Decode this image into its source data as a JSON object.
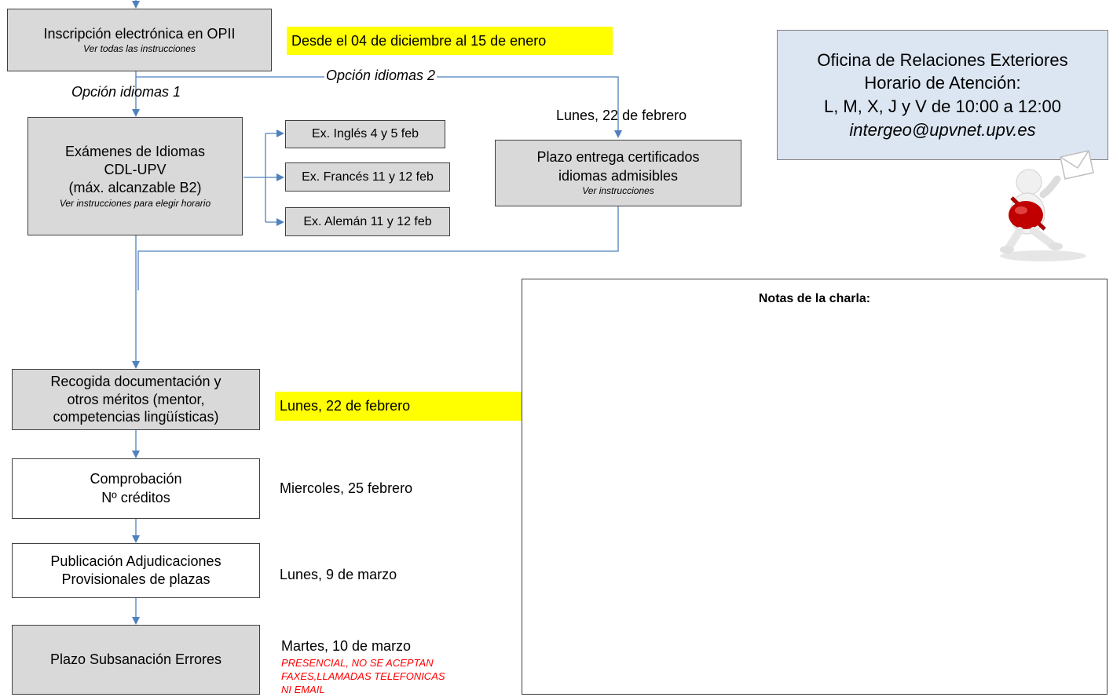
{
  "steps": {
    "inscripcion": {
      "title": "Inscripción electrónica en OPII",
      "sub": "Ver todas las instrucciones"
    },
    "examenes": {
      "line1": "Exámenes de Idiomas",
      "line2": "CDL-UPV",
      "line3": "(máx. alcanzable B2)",
      "sub": "Ver instrucciones para elegir horario"
    },
    "ex_ingles": "Ex. Inglés 4 y 5 feb",
    "ex_frances": "Ex. Francés 11 y 12 feb",
    "ex_aleman": "Ex. Alemán 11 y 12 feb",
    "plazo_cert": {
      "line1": "Plazo entrega certificados",
      "line2": "idiomas admisibles",
      "sub": "Ver instrucciones"
    },
    "recogida": {
      "line1": "Recogida documentación y",
      "line2": "otros méritos (mentor,",
      "line3": "competencias lingüísticas)"
    },
    "comprobacion": {
      "line1": "Comprobación",
      "line2": "Nº créditos"
    },
    "publicacion": {
      "line1": "Publicación Adjudicaciones",
      "line2": "Provisionales de plazas"
    },
    "subsanacion": "Plazo Subsanación Errores"
  },
  "labels": {
    "opcion1": "Opción idiomas 1",
    "opcion2": "Opción idiomas 2",
    "fecha_inscripcion": "Desde el 04 de diciembre al 15 de enero",
    "fecha_cert": "Lunes, 22 de febrero",
    "fecha_recogida": "Lunes, 22 de febrero",
    "fecha_comprobacion": "Miercoles, 25 febrero",
    "fecha_publicacion": "Lunes, 9 de marzo",
    "fecha_subsanacion": "Martes, 10 de marzo",
    "aviso_line1": "PRESENCIAL, NO SE ACEPTAN",
    "aviso_line2": "FAXES,LLAMADAS TELEFONICAS",
    "aviso_line3": "NI EMAIL"
  },
  "office": {
    "line1": "Oficina de Relaciones Exteriores",
    "line2": "Horario de Atención:",
    "line3": "L, M, X, J y V de 10:00 a 12:00",
    "email": "intergeo@upvnet.upv.es"
  },
  "notes": {
    "title": "Notas de la charla:"
  },
  "colors": {
    "box_gray": "#d9d9d9",
    "highlight": "#ffff00",
    "arrow": "#4f81bd",
    "office_bg": "#dce6f2",
    "warning": "#ff0000"
  },
  "icons": {
    "mascot": "mail-carrier-figure"
  }
}
